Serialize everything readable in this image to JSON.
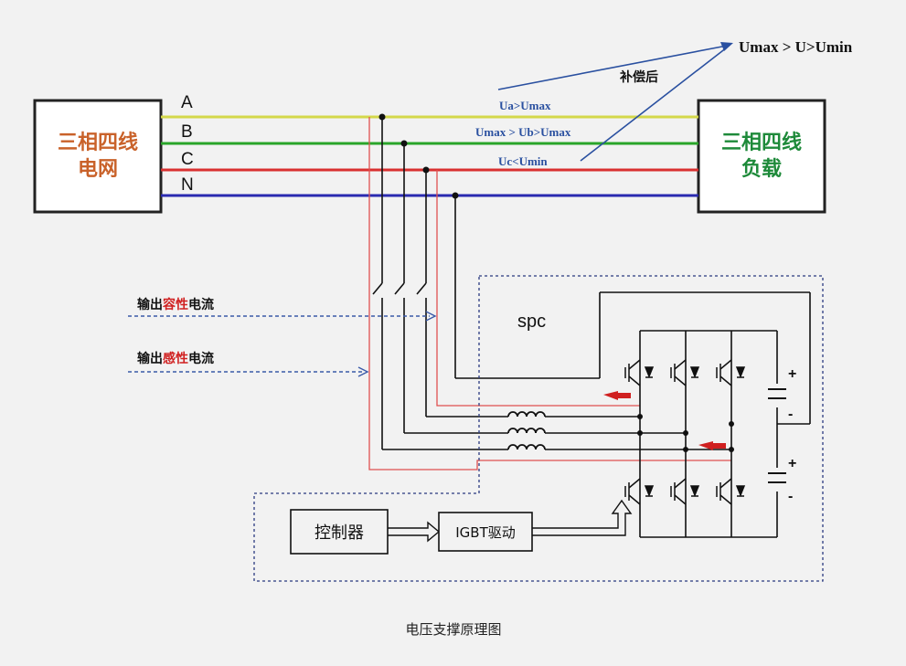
{
  "grid_box": {
    "line1": "三相四线",
    "line2": "电网",
    "color": "#c9622a"
  },
  "load_box": {
    "line1": "三相四线",
    "line2": "负载",
    "color": "#1e8a3a"
  },
  "phases": {
    "A": {
      "label": "A",
      "color": "#d4d84a"
    },
    "B": {
      "label": "B",
      "color": "#2aa52a"
    },
    "C": {
      "label": "C",
      "color": "#d93030"
    },
    "N": {
      "label": "N",
      "color": "#2a2ab0"
    }
  },
  "annotations": {
    "ua": "Ua>Umax",
    "ub": "Umax > Ub>Umax",
    "uc": "Uc<Umin",
    "after_label": "补偿后",
    "result": "Umax > U>Umin",
    "annotation_color": "#2a50a0"
  },
  "currents": {
    "capacitive": {
      "prefix": "输出",
      "highlight": "容性",
      "suffix": "电流"
    },
    "inductive": {
      "prefix": "输出",
      "highlight": "感性",
      "suffix": "电流"
    },
    "highlight_color": "#d02020"
  },
  "spc_label": "spc",
  "controller_label": "控制器",
  "driver_label": "IGBT驱动",
  "dc_signs": {
    "plus_top": "+",
    "minus_top": "-",
    "plus_bottom": "+",
    "minus_bottom": "-"
  },
  "caption": "电压支撑原理图"
}
